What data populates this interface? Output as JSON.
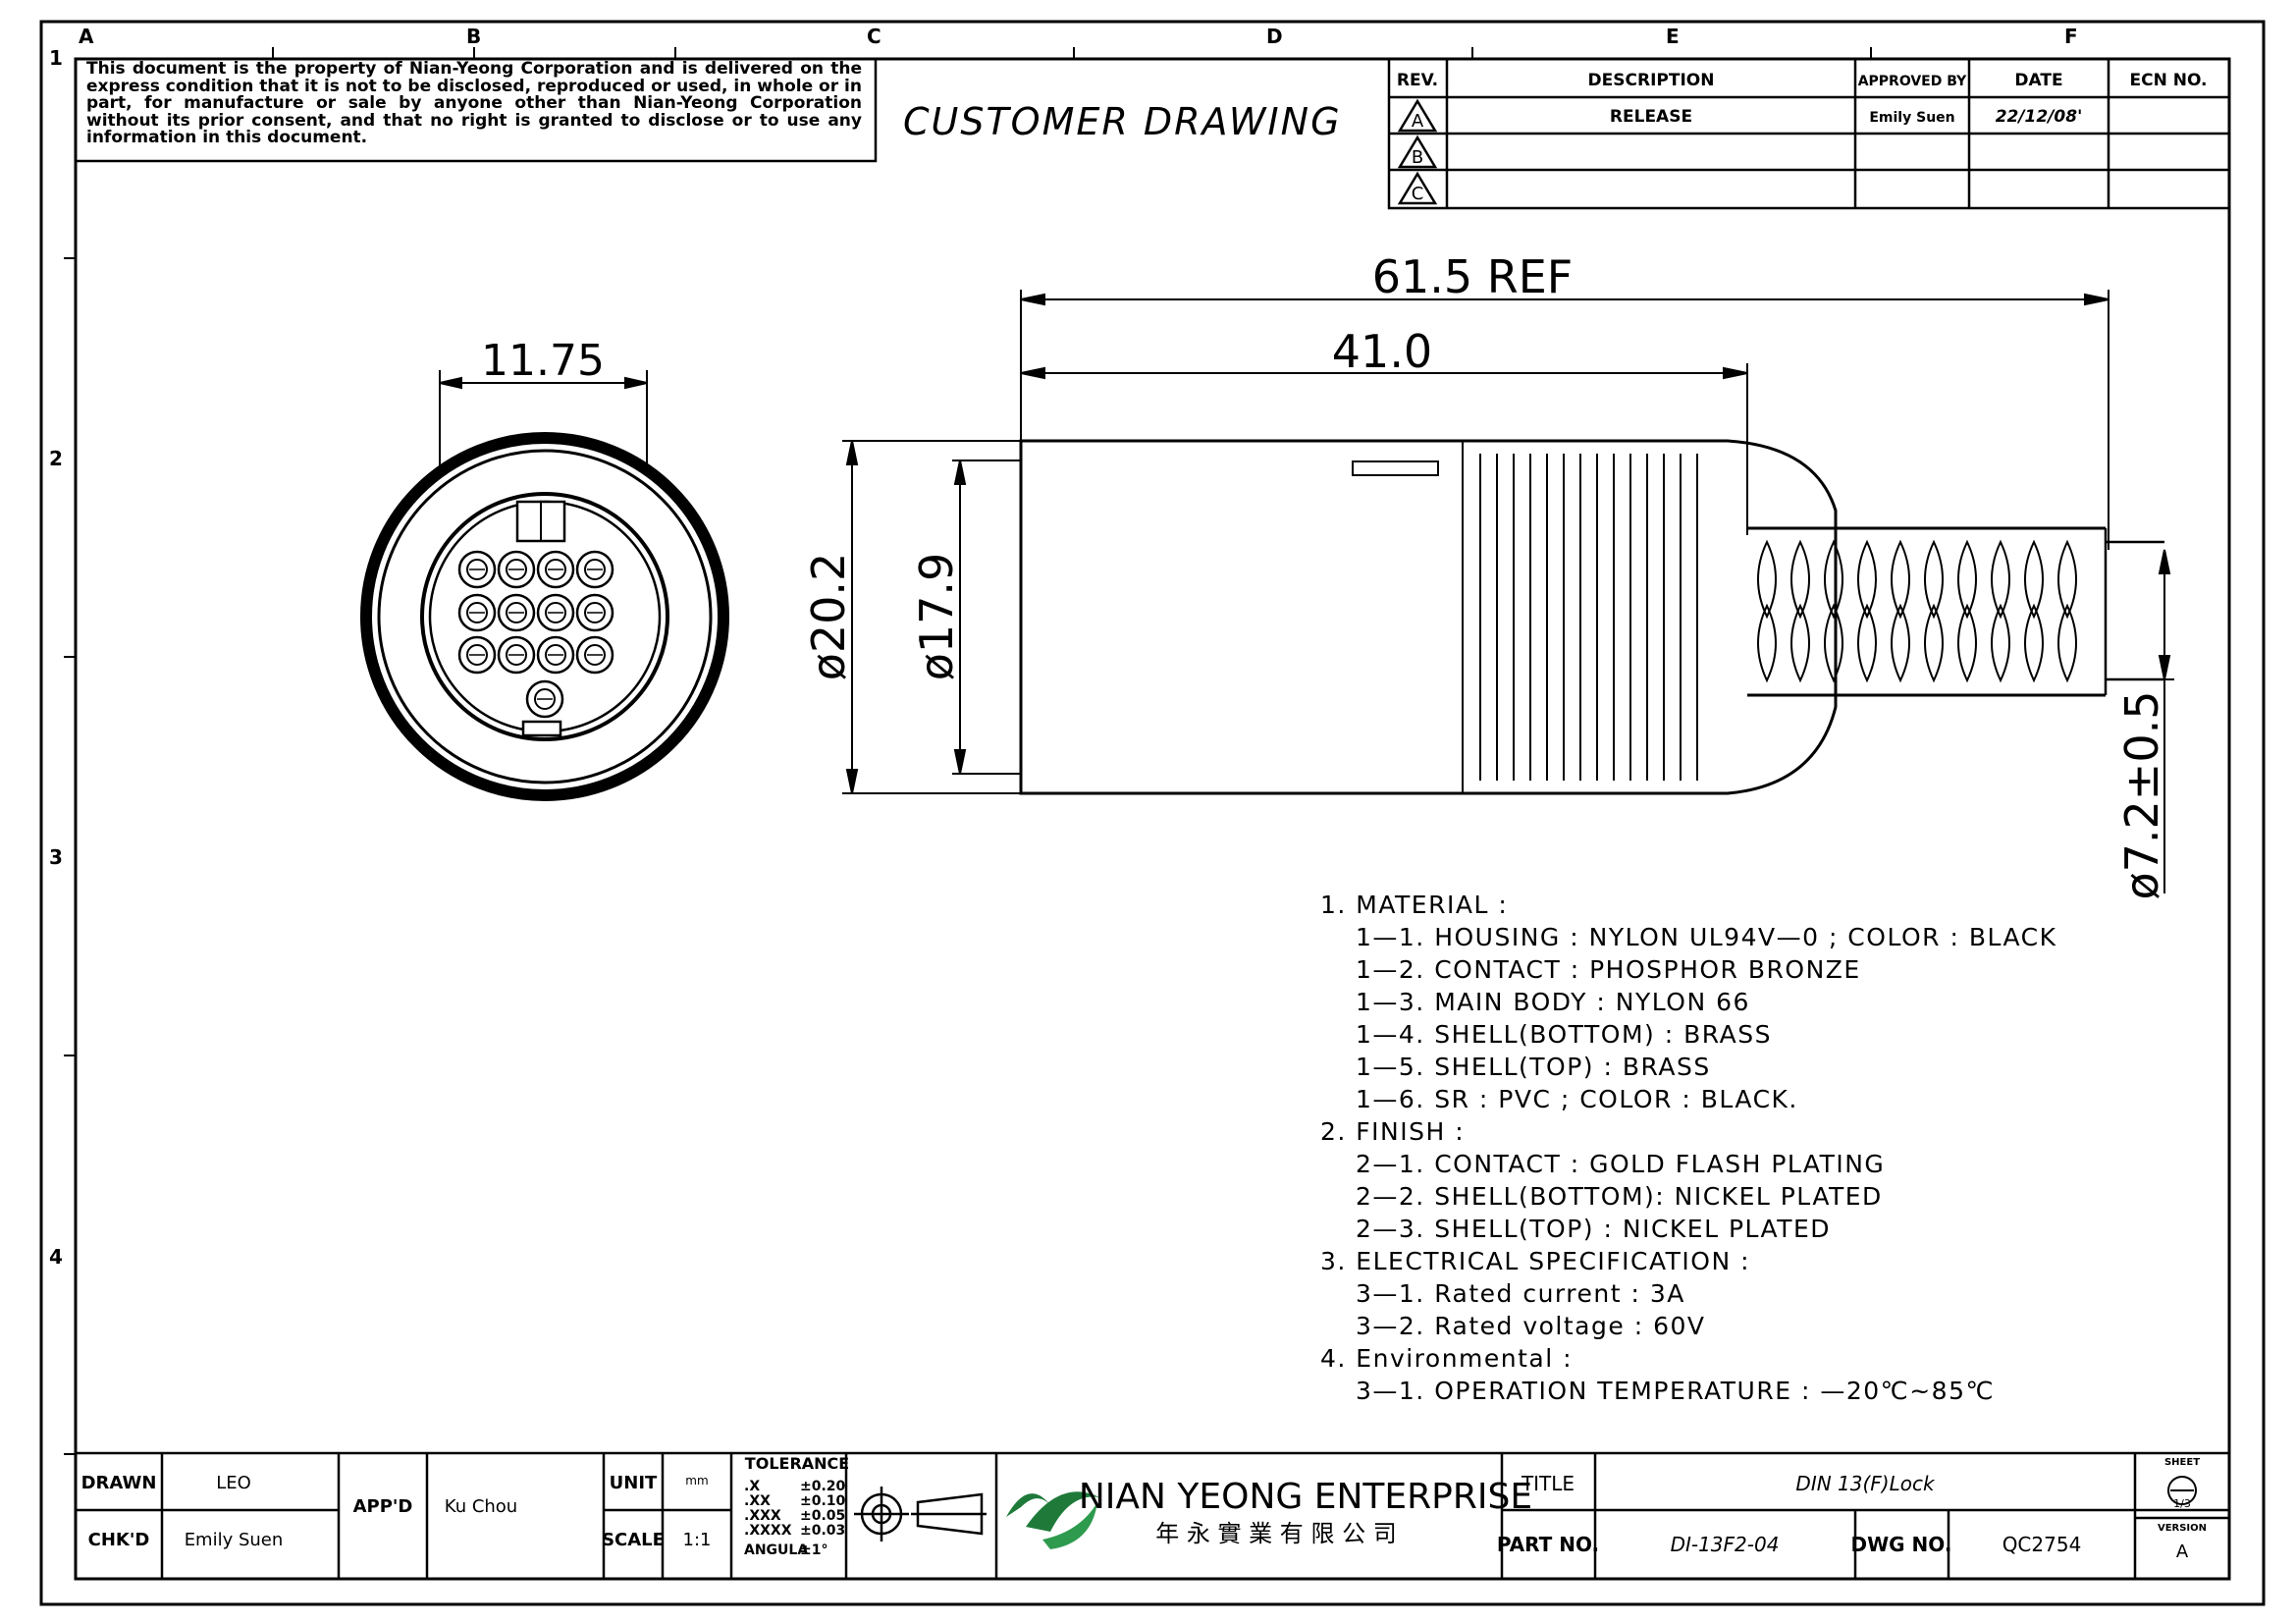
{
  "border": {
    "col_labels": [
      "A",
      "B",
      "C",
      "D",
      "E",
      "F"
    ],
    "row_labels": [
      "1",
      "2",
      "3",
      "4"
    ]
  },
  "disclaimer": "This document is the property of Nian-Yeong Corporation and is delivered on the express condition that it is not to be disclosed, reproduced or used, in whole or in part, for manufacture or sale by anyone other than Nian-Yeong Corporation without its prior consent, and that no right is granted to disclose or to use any information in this document.",
  "heading": "CUSTOMER  DRAWING",
  "revision_table": {
    "headers": {
      "rev": "REV.",
      "description": "DESCRIPTION",
      "approved": "APPROVED BY",
      "date": "DATE",
      "ecn": "ECN NO."
    },
    "rows": [
      {
        "rev": "A",
        "description": "RELEASE",
        "approved": "Emily Suen",
        "date": "22/12/08'",
        "ecn": ""
      },
      {
        "rev": "B",
        "description": "",
        "approved": "",
        "date": "",
        "ecn": ""
      },
      {
        "rev": "C",
        "description": "",
        "approved": "",
        "date": "",
        "ecn": ""
      }
    ]
  },
  "dimensions": {
    "front_width": "11.75",
    "overall_length": "61.5  REF",
    "body_length": "41.0",
    "outer_diameter": "ø20.2",
    "inner_diameter": "ø17.9",
    "cable_diameter": "ø7.2±0.5"
  },
  "notes": [
    {
      "level": 0,
      "text": "1.  MATERIAL  :"
    },
    {
      "level": 1,
      "text": "1—1.  HOUSING  :  NYLON  UL94V—0  ;  COLOR  :  BLACK"
    },
    {
      "level": 1,
      "text": "1—2.  CONTACT  :  PHOSPHOR  BRONZE"
    },
    {
      "level": 1,
      "text": "1—3.  MAIN  BODY  :  NYLON  66"
    },
    {
      "level": 1,
      "text": "1—4.  SHELL(BOTTOM)  :  BRASS"
    },
    {
      "level": 1,
      "text": "1—5.  SHELL(TOP)  :  BRASS"
    },
    {
      "level": 1,
      "text": "1—6.  SR  :  PVC  ;  COLOR  :  BLACK."
    },
    {
      "level": 0,
      "text": "2.  FINISH  :"
    },
    {
      "level": 1,
      "text": "2—1.  CONTACT  :  GOLD  FLASH  PLATING"
    },
    {
      "level": 1,
      "text": "2—2.  SHELL(BOTTOM):  NICKEL  PLATED"
    },
    {
      "level": 1,
      "text": "2—3.  SHELL(TOP)  :  NICKEL  PLATED"
    },
    {
      "level": 0,
      "text": "3.  ELECTRICAL  SPECIFICATION  :"
    },
    {
      "level": 1,
      "text": "3—1.  Rated  current  :  3A"
    },
    {
      "level": 1,
      "text": "3—2.  Rated  voltage  :  60V"
    },
    {
      "level": 0,
      "text": "4.  Environmental  :"
    },
    {
      "level": 1,
      "text": "3—1.  OPERATION  TEMPERATURE  :  —20℃~85℃"
    }
  ],
  "title_block": {
    "drawn_label": "DRAWN",
    "drawn_value": "LEO",
    "chkd_label": "CHK'D",
    "chkd_value": "Emily Suen",
    "appd_label": "APP'D",
    "appd_value": "Ku Chou",
    "unit_label": "UNIT",
    "unit_value": "mm",
    "scale_label": "SCALE",
    "scale_value": "1:1",
    "tolerance_title": "TOLERANCE",
    "tolerances": [
      {
        "k": ".X",
        "v": "±0.20"
      },
      {
        "k": ".XX",
        "v": "±0.10"
      },
      {
        "k": ".XXX",
        "v": "±0.05"
      },
      {
        "k": ".XXXX",
        "v": "±0.03"
      },
      {
        "k": "ANGULA",
        "v": "±1°"
      }
    ],
    "company_name": "NIAN YEONG ENTERPRISE",
    "company_name_cn": "年 永 實 業 有 限 公 司",
    "title_label": "TITLE",
    "title_value": "DIN 13(F)Lock",
    "part_label": "PART NO.",
    "part_value": "DI-13F2-04",
    "dwg_label": "DWG NO.",
    "dwg_value": "QC2754",
    "sheet_label": "SHEET",
    "sheet_value": "1/3",
    "version_label": "VERSION",
    "version_value": "A"
  },
  "colors": {
    "ink": "#000000",
    "logo_green": "#1f7a3a",
    "paper": "#ffffff"
  }
}
